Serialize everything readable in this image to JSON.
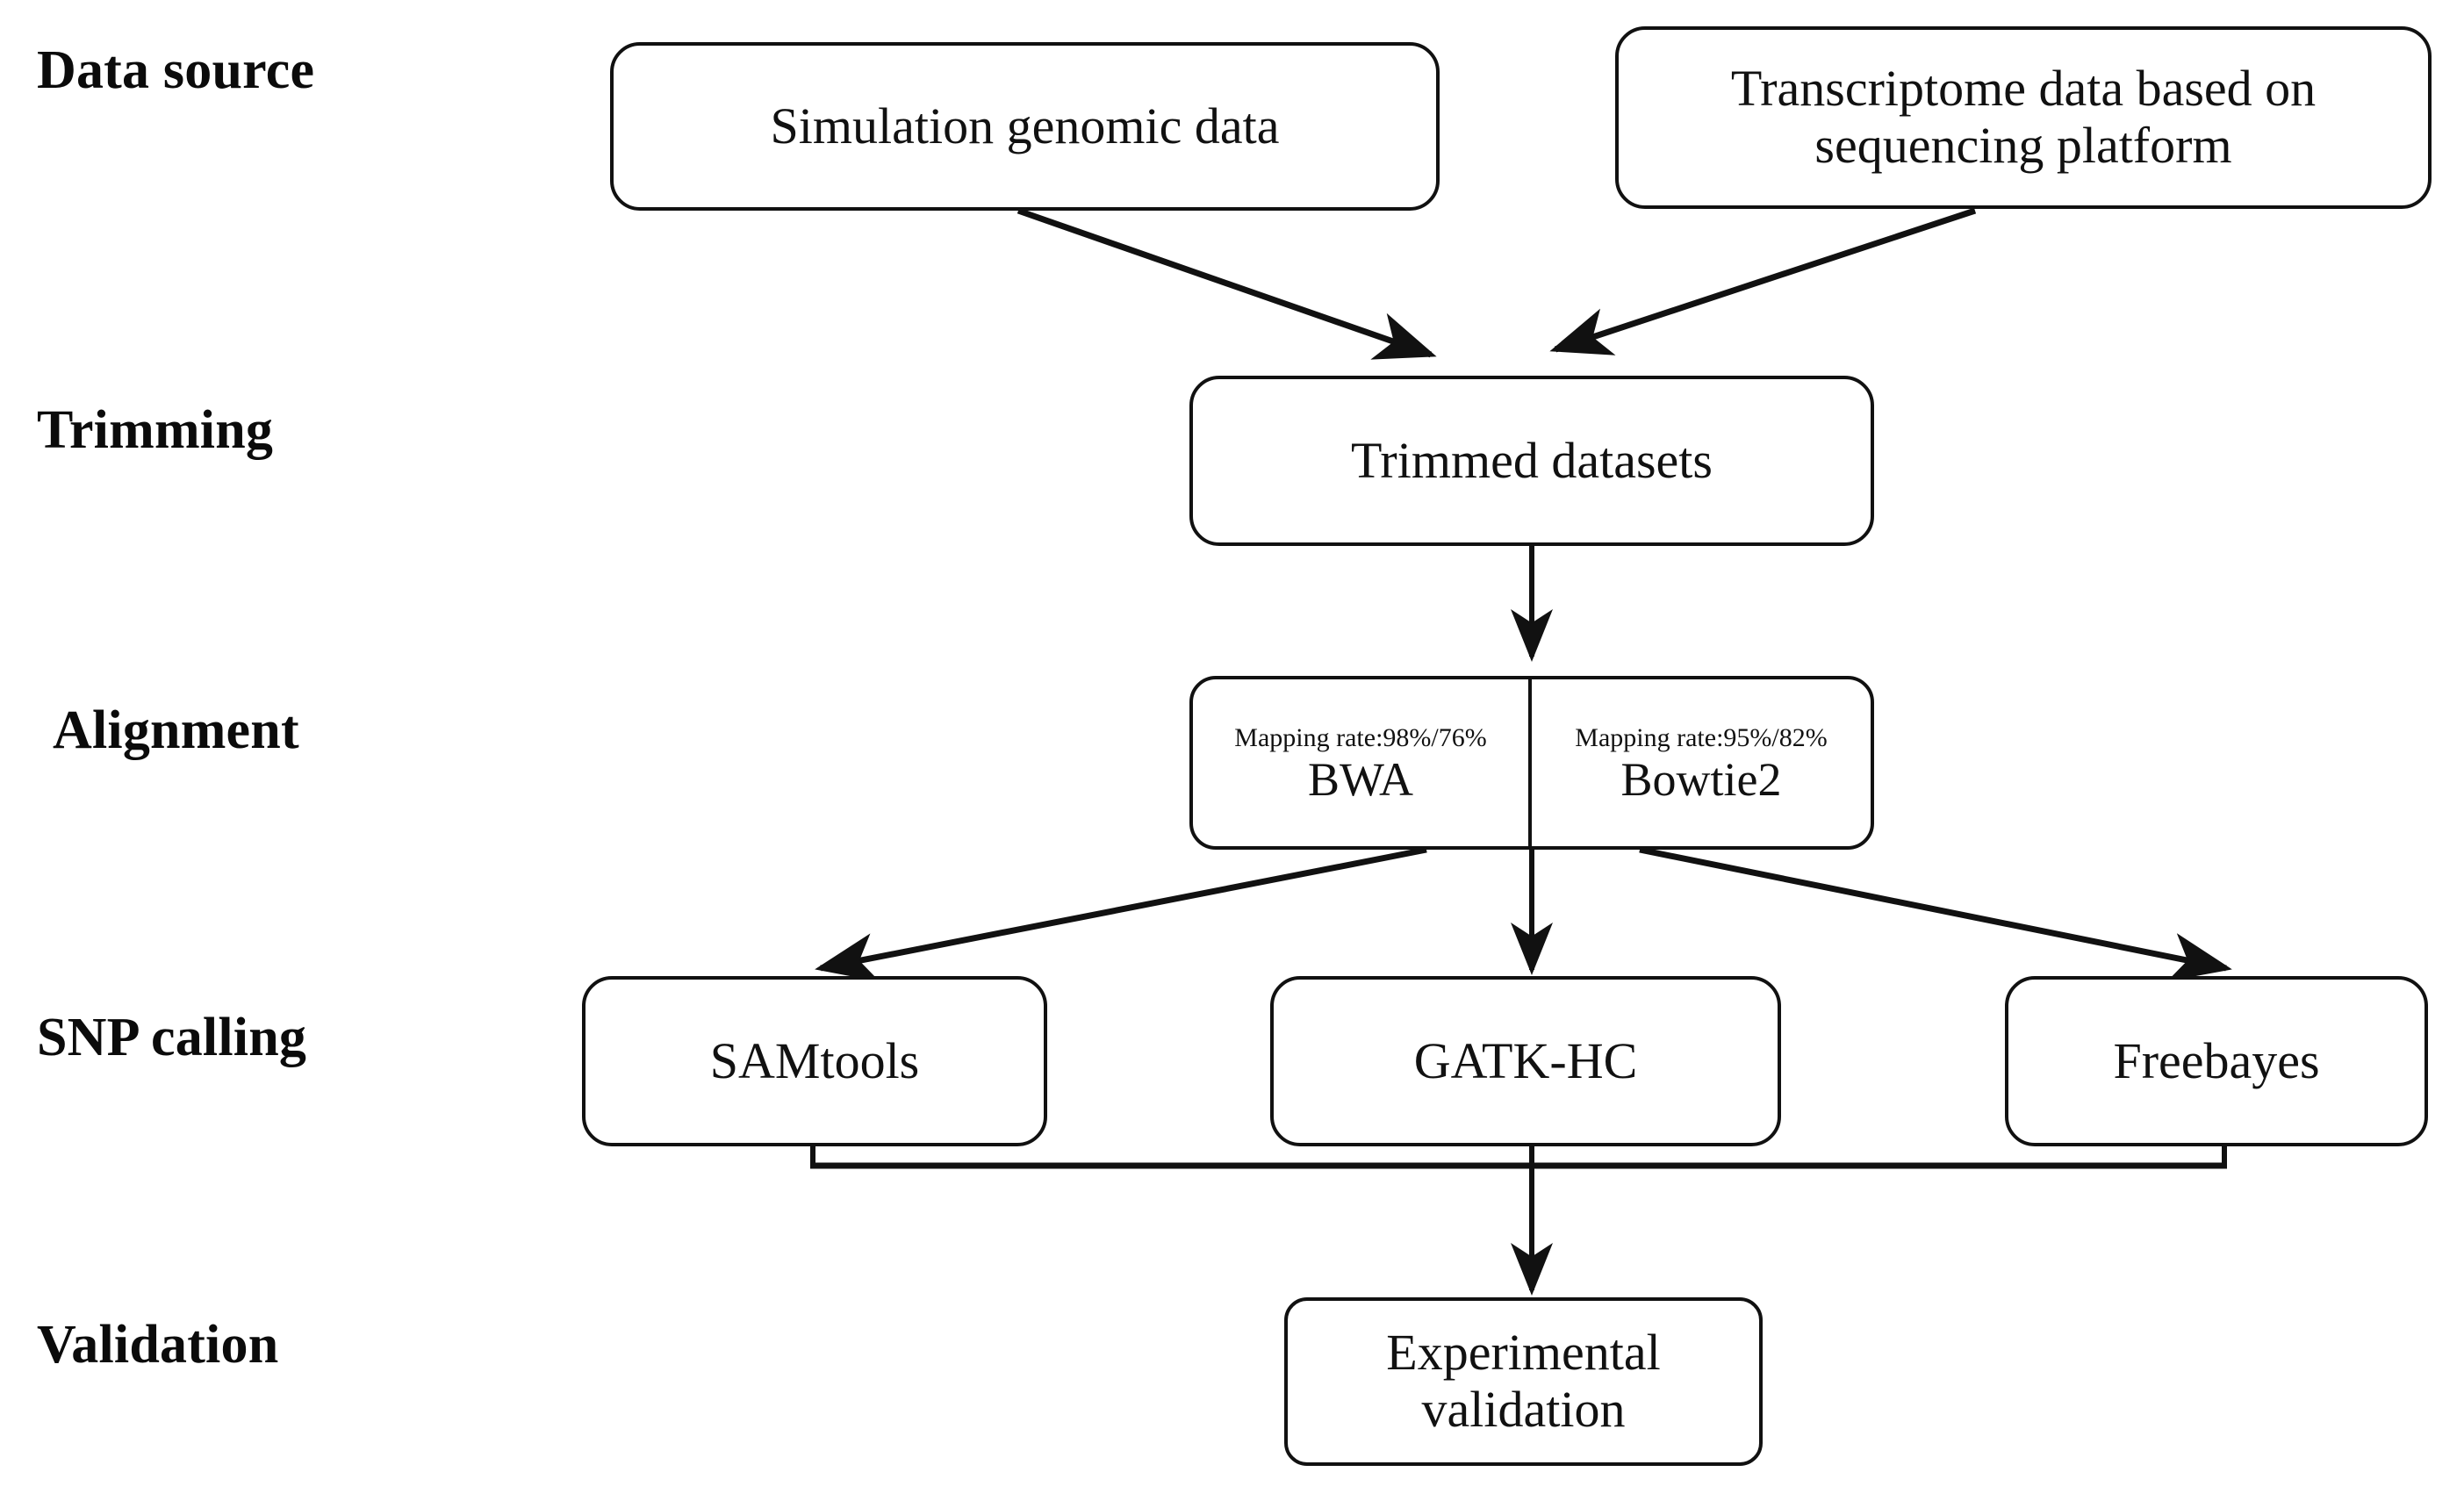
{
  "figure": {
    "kind": "flowchart",
    "orientation": "top-to-bottom",
    "background_color": "#ffffff",
    "line_color": "#111111"
  },
  "stages": [
    {
      "id": "data-source",
      "label": "Data source"
    },
    {
      "id": "trimming",
      "label": "Trimming"
    },
    {
      "id": "alignment",
      "label": "Alignment"
    },
    {
      "id": "snp-calling",
      "label": "SNP calling"
    },
    {
      "id": "validation",
      "label": "Validation"
    }
  ],
  "nodes": {
    "simulation_genomic_data": {
      "label": "Simulation genomic  data"
    },
    "transcriptome_data": {
      "label": "Transcriptome data based on\nsequencing platform"
    },
    "trimmed_datasets": {
      "label": "Trimmed datasets"
    },
    "alignment": {
      "bwa": {
        "rate": "Mapping rate:98%/76%",
        "tool": "BWA"
      },
      "bowtie2": {
        "rate": "Mapping rate:95%/82%",
        "tool": "Bowtie2"
      }
    },
    "samtools": {
      "label": "SAMtools"
    },
    "gatk_hc": {
      "label": "GATK-HC"
    },
    "freebayes": {
      "label": "Freebayes"
    },
    "experimental_validation": {
      "label": "Experimental\nvalidation"
    }
  }
}
